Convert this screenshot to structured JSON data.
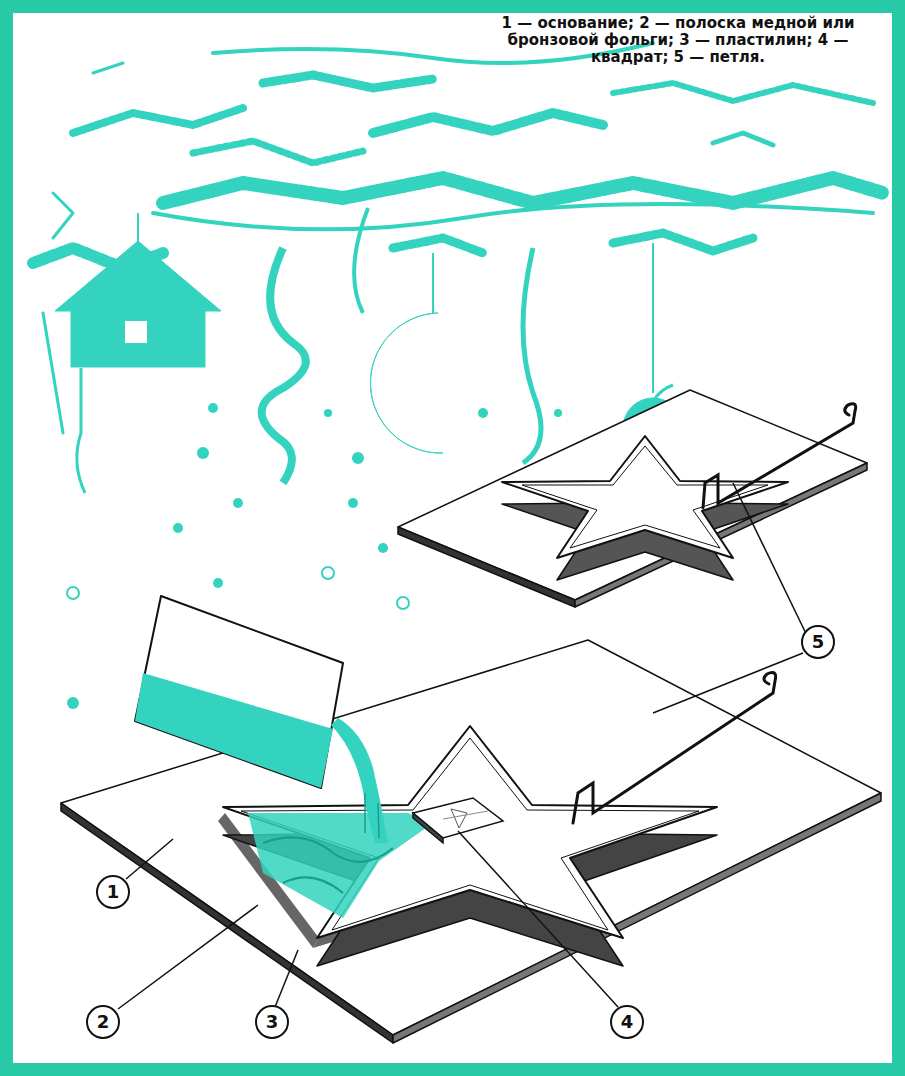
{
  "diagram": {
    "caption": "1 — основание; 2 — полоска медной или бронзовой фольги; 3 — пластилин; 4 — квадрат; 5 — петля.",
    "labels": [
      "1",
      "2",
      "3",
      "4",
      "5"
    ]
  }
}
